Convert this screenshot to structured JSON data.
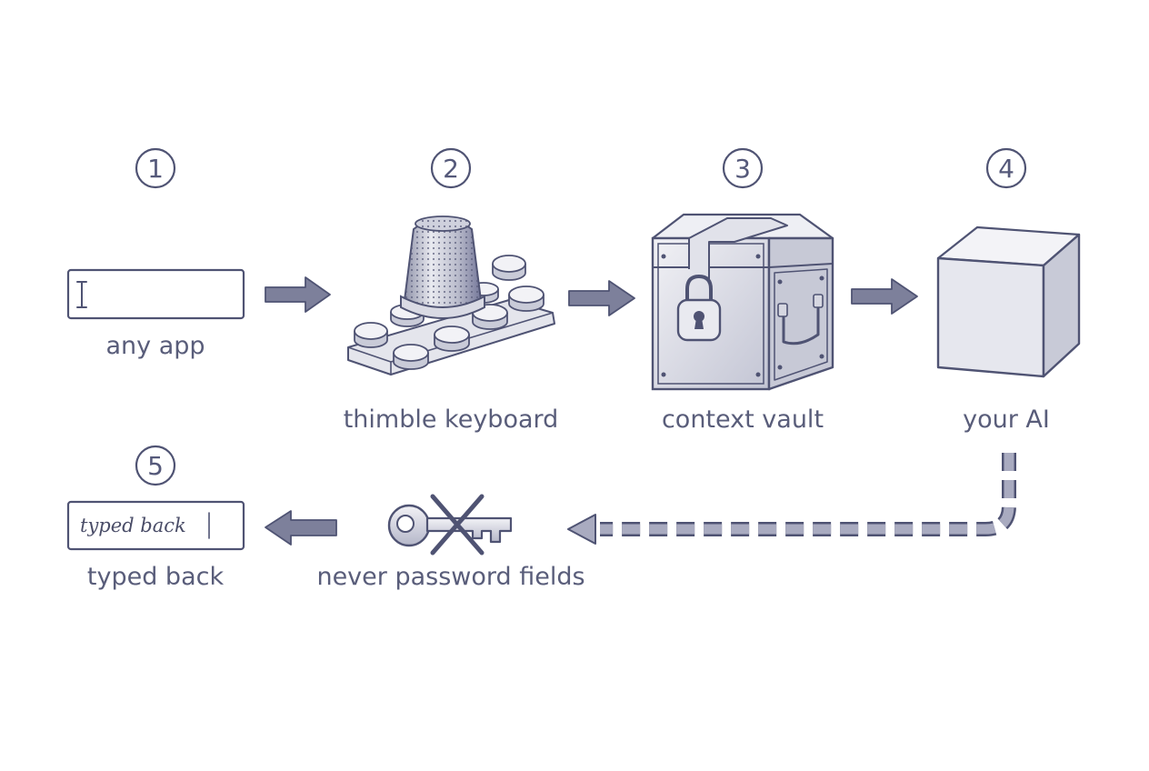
{
  "steps": [
    {
      "number": "1",
      "label": "any app"
    },
    {
      "number": "2",
      "label": "thimble keyboard"
    },
    {
      "number": "3",
      "label": "context vault"
    },
    {
      "number": "4",
      "label": "your AI"
    },
    {
      "number": "5",
      "label": "typed back"
    }
  ],
  "filter": {
    "label": "never password fields"
  },
  "typed_field": {
    "text": "typed back"
  },
  "colors": {
    "ink": "#4f5373",
    "arrow_fill": "#7d809b",
    "dashed_line": "#8a8da6",
    "cube_fill": "#e6e7ee"
  },
  "icons": [
    "text-cursor-icon",
    "thimble-icon",
    "keyboard-icon",
    "vault-chest-icon",
    "padlock-icon",
    "cube-icon",
    "key-icon",
    "cross-icon"
  ]
}
